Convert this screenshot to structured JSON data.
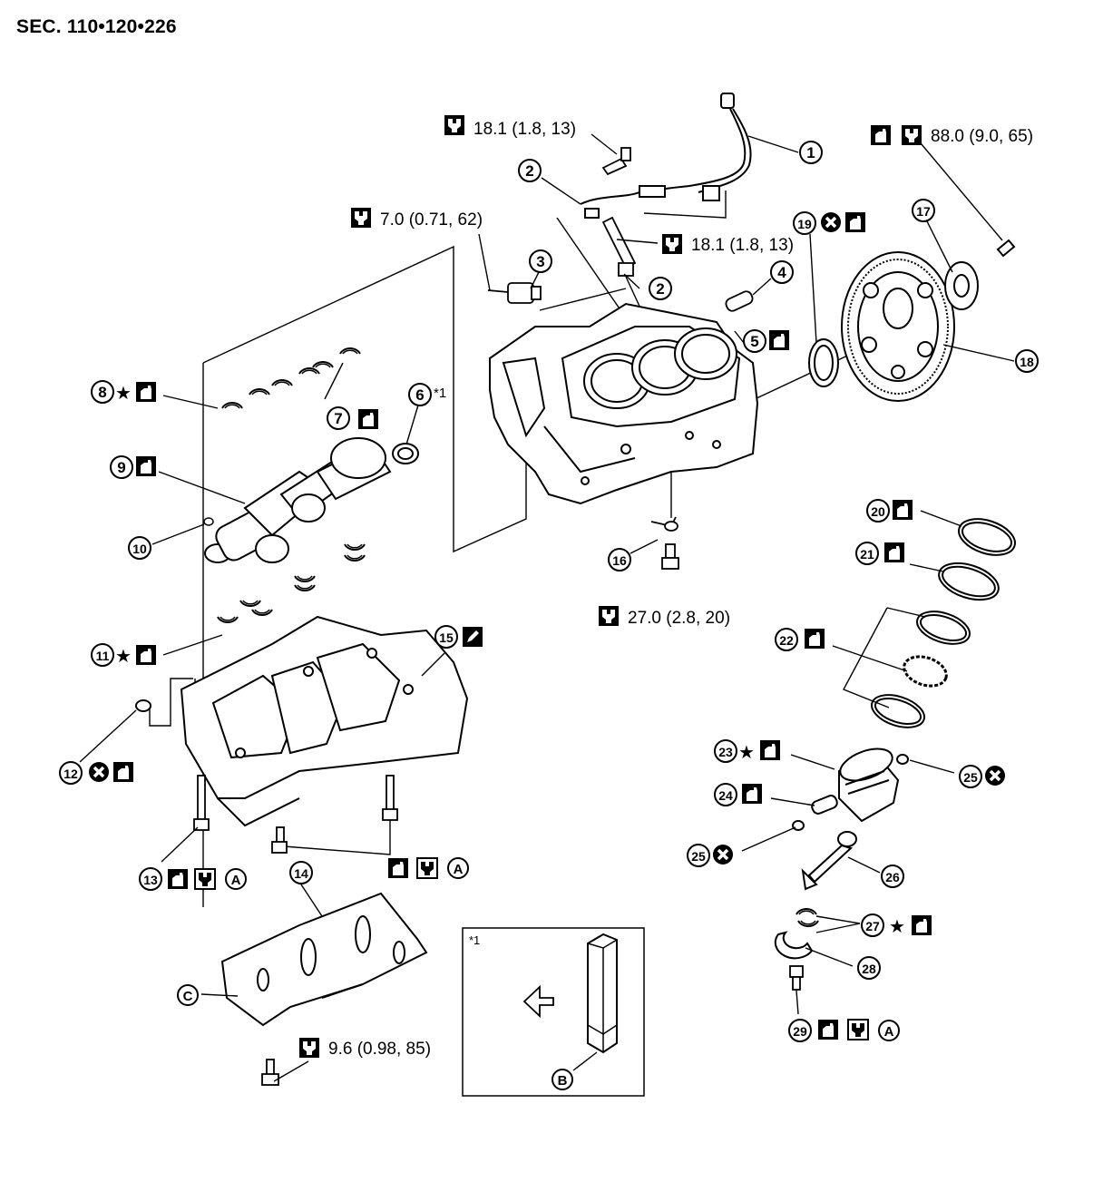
{
  "section_title": "SEC. 110•120•226",
  "torques": {
    "t1": "18.1 (1.8, 13)",
    "t2": "18.1 (1.8, 13)",
    "t3": "7.0 (0.71, 62)",
    "t4": "88.0 (9.0, 65)",
    "t5": "27.0 (2.8, 20)",
    "t6": "9.6 (0.98, 85)"
  },
  "callouts": {
    "n1": "1",
    "n2a": "2",
    "n2b": "2",
    "n3": "3",
    "n4": "4",
    "n5": "5",
    "n6": "6",
    "n7": "7",
    "n8": "8",
    "n9": "9",
    "n10": "10",
    "n11": "11",
    "n12": "12",
    "n13": "13",
    "n14": "14",
    "n15": "15",
    "n16": "16",
    "n17": "17",
    "n18": "18",
    "n19": "19",
    "n20": "20",
    "n21": "21",
    "n22": "22",
    "n23": "23",
    "n24": "24",
    "n25a": "25",
    "n25b": "25",
    "n26": "26",
    "n27": "27",
    "n28": "28",
    "n29": "29"
  },
  "letters": {
    "a1": "A",
    "a2": "A",
    "a3": "A",
    "b": "B",
    "c": "C"
  },
  "notes": {
    "star": "★",
    "ref1": "*1",
    "inset_label": "*1"
  }
}
